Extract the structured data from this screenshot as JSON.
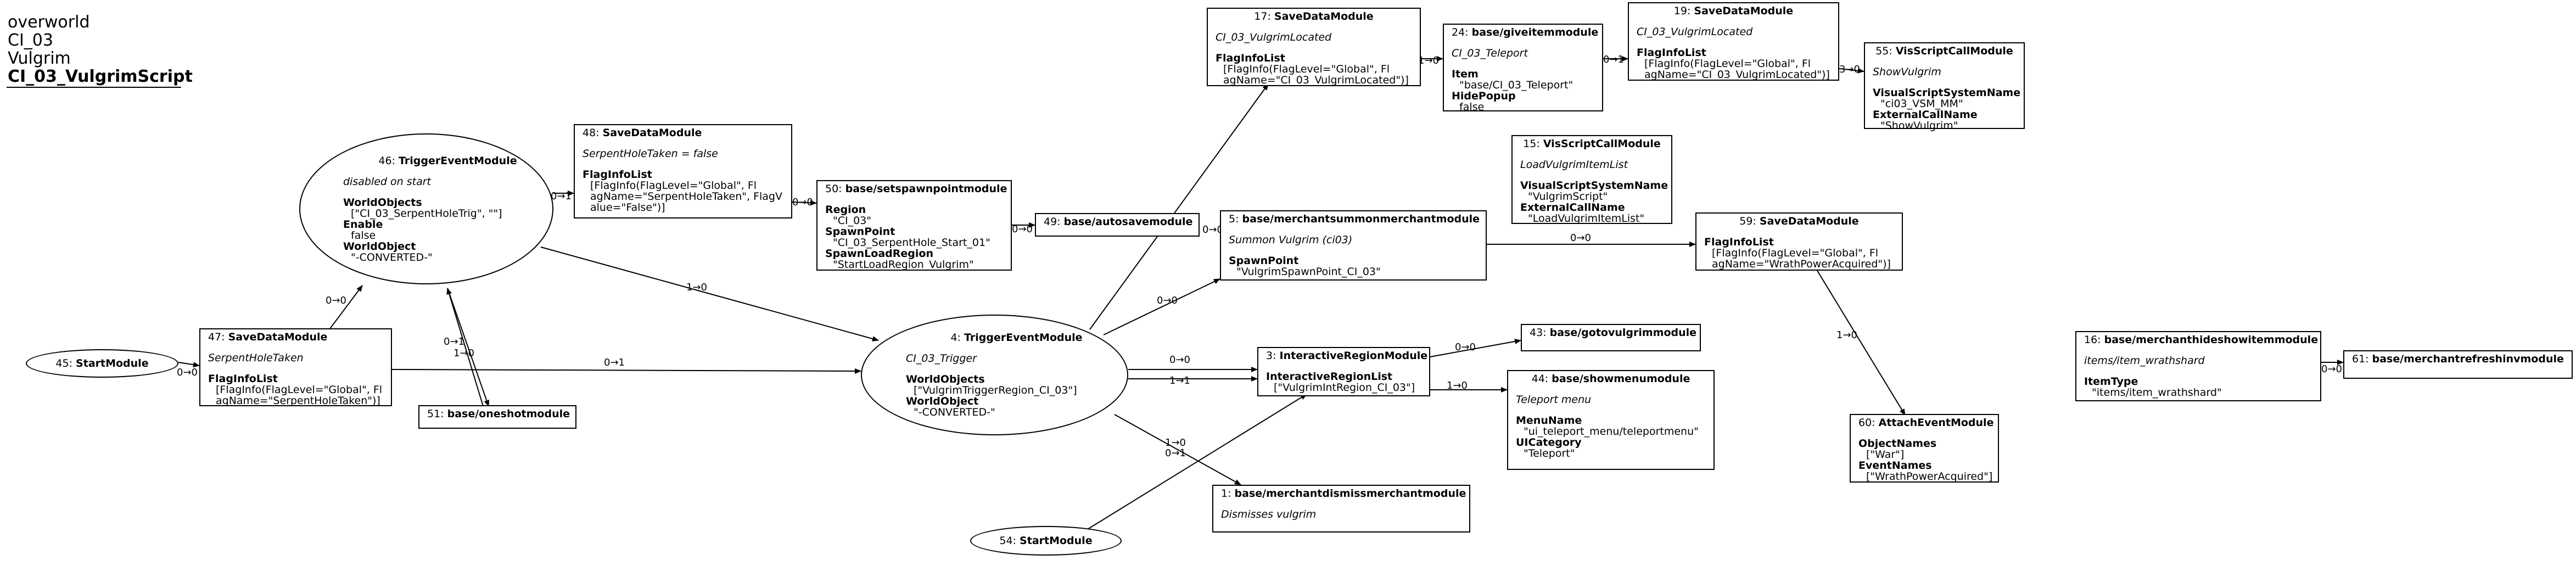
{
  "header": {
    "line1": "overworld",
    "line2": "CI_03",
    "line3": "Vulgrim",
    "title": "CI_03_VulgrimScript"
  },
  "nodes": {
    "n45": {
      "id": "45:",
      "name": "StartModule"
    },
    "n54": {
      "id": "54:",
      "name": "StartModule"
    },
    "n47": {
      "id": "47:",
      "name": "SaveDataModule",
      "subtitle": "SerpentHoleTaken",
      "fields": [
        {
          "label": "FlagInfoList",
          "values": [
            "[FlagInfo(FlagLevel=\"Global\", Fl",
            "agName=\"SerpentHoleTaken\")]"
          ]
        }
      ]
    },
    "n46": {
      "id": "46:",
      "name": "TriggerEventModule",
      "subtitle": "disabled on start",
      "fields": [
        {
          "label": "WorldObjects",
          "values": [
            "[\"CI_03_SerpentHoleTrig\", \"\"]"
          ]
        },
        {
          "label": "Enable",
          "values": [
            "false"
          ]
        },
        {
          "label": "WorldObject",
          "values": [
            "\"-CONVERTED-\""
          ]
        }
      ]
    },
    "n51": {
      "id": "51:",
      "name": "base/oneshotmodule"
    },
    "n48": {
      "id": "48:",
      "name": "SaveDataModule",
      "subtitle": "SerpentHoleTaken = false",
      "fields": [
        {
          "label": "FlagInfoList",
          "values": [
            "[FlagInfo(FlagLevel=\"Global\", Fl",
            "agName=\"SerpentHoleTaken\", FlagV",
            "alue=\"False\")]"
          ]
        }
      ]
    },
    "n50": {
      "id": "50:",
      "name": "base/setspawnpointmodule",
      "fields": [
        {
          "label": "Region",
          "values": [
            "\"CI_03\""
          ]
        },
        {
          "label": "SpawnPoint",
          "values": [
            "\"CI_03_SerpentHole_Start_01\""
          ]
        },
        {
          "label": "SpawnLoadRegion",
          "values": [
            "\"StartLoadRegion_Vulgrim\""
          ]
        }
      ]
    },
    "n49": {
      "id": "49:",
      "name": "base/autosavemodule"
    },
    "n4": {
      "id": "4:",
      "name": "TriggerEventModule",
      "subtitle": "CI_03_Trigger",
      "fields": [
        {
          "label": "WorldObjects",
          "values": [
            "[\"VulgrimTriggerRegion_CI_03\"]"
          ]
        },
        {
          "label": "WorldObject",
          "values": [
            "\"-CONVERTED-\""
          ]
        }
      ]
    },
    "n17": {
      "id": "17:",
      "name": "SaveDataModule",
      "subtitle": "CI_03_VulgrimLocated",
      "fields": [
        {
          "label": "FlagInfoList",
          "values": [
            "[FlagInfo(FlagLevel=\"Global\", Fl",
            "agName=\"CI_03_VulgrimLocated\")]"
          ]
        }
      ]
    },
    "n24": {
      "id": "24:",
      "name": "base/giveitemmodule",
      "subtitle": "CI_03_Teleport",
      "fields": [
        {
          "label": "Item",
          "values": [
            "\"base/CI_03_Teleport\""
          ]
        },
        {
          "label": "HidePopup",
          "values": [
            "false"
          ]
        }
      ]
    },
    "n19": {
      "id": "19:",
      "name": "SaveDataModule",
      "subtitle": "CI_03_VulgrimLocated",
      "fields": [
        {
          "label": "FlagInfoList",
          "values": [
            "[FlagInfo(FlagLevel=\"Global\", Fl",
            "agName=\"CI_03_VulgrimLocated\")]"
          ]
        }
      ]
    },
    "n55": {
      "id": "55:",
      "name": "VisScriptCallModule",
      "subtitle": "ShowVulgrim",
      "fields": [
        {
          "label": "VisualScriptSystemName",
          "values": [
            "\"ci03_VSM_MM\""
          ]
        },
        {
          "label": "ExternalCallName",
          "values": [
            "\"ShowVulgrim\""
          ]
        }
      ]
    },
    "n15": {
      "id": "15:",
      "name": "VisScriptCallModule",
      "subtitle": "LoadVulgrimItemList",
      "fields": [
        {
          "label": "VisualScriptSystemName",
          "values": [
            "\"VulgrimScript\""
          ]
        },
        {
          "label": "ExternalCallName",
          "values": [
            "\"LoadVulgrimItemList\""
          ]
        }
      ]
    },
    "n5": {
      "id": "5:",
      "name": "base/merchantsummonmerchantmodule",
      "subtitle": "Summon Vulgrim (ci03)",
      "fields": [
        {
          "label": "SpawnPoint",
          "values": [
            "\"VulgrimSpawnPoint_CI_03\""
          ]
        }
      ]
    },
    "n59": {
      "id": "59:",
      "name": "SaveDataModule",
      "fields": [
        {
          "label": "FlagInfoList",
          "values": [
            "[FlagInfo(FlagLevel=\"Global\", Fl",
            "agName=\"WrathPowerAcquired\")]"
          ]
        }
      ]
    },
    "n3": {
      "id": "3:",
      "name": "InteractiveRegionModule",
      "fields": [
        {
          "label": "InteractiveRegionList",
          "values": [
            "[\"VulgrimIntRegion_CI_03\"]"
          ]
        }
      ]
    },
    "n43": {
      "id": "43:",
      "name": "base/gotovulgrimmodule"
    },
    "n44": {
      "id": "44:",
      "name": "base/showmenumodule",
      "subtitle": "Teleport menu",
      "fields": [
        {
          "label": "MenuName",
          "values": [
            "\"ui_teleport_menu/teleportmenu\""
          ]
        },
        {
          "label": "UICategory",
          "values": [
            "\"Teleport\""
          ]
        }
      ]
    },
    "n1": {
      "id": "1:",
      "name": "base/merchantdismissmerchantmodule",
      "subtitle": "Dismisses vulgrim"
    },
    "n60": {
      "id": "60:",
      "name": "AttachEventModule",
      "fields": [
        {
          "label": "ObjectNames",
          "values": [
            "[\"War\"]"
          ]
        },
        {
          "label": "EventNames",
          "values": [
            "[\"WrathPowerAcquired\"]"
          ]
        }
      ]
    },
    "n16": {
      "id": "16:",
      "name": "base/merchanthideshowitemmodule",
      "subtitle": "items/item_wrathshard",
      "fields": [
        {
          "label": "ItemType",
          "values": [
            "\"items/item_wrathshard\""
          ]
        }
      ]
    },
    "n61": {
      "id": "61:",
      "name": "base/merchantrefreshinvmodule"
    }
  },
  "edge_labels": {
    "e45_47": "0→0",
    "e47_46": "0→0",
    "e47_4": "0→1",
    "e46_48": "0→1",
    "e46_51_a": "0→1",
    "e46_51_b": "1→0",
    "e46_4": "1→0",
    "e48_50": "0→0",
    "e50_49": "0→0",
    "e4_17": "0→0",
    "e4_5": "0→0",
    "e4_3_a": "0→0",
    "e4_3_b": "1→1",
    "e4_1": "1→0",
    "e54_3": "0→1",
    "e17_24": "1→0",
    "e24_19": "0→1",
    "e19_55": "3→0",
    "e5_59": "0→0",
    "e3_43": "0→0",
    "e3_44": "1→0",
    "e59_60": "1→0",
    "e16_61": "0→0"
  }
}
